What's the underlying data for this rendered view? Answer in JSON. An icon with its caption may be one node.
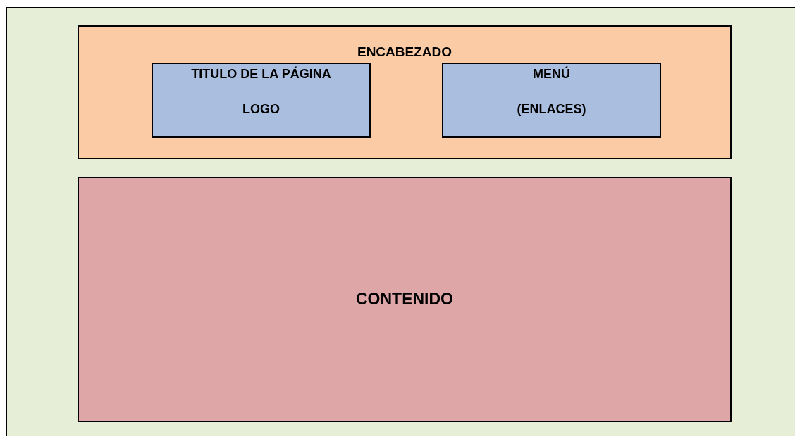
{
  "diagram": {
    "nodes": [
      {
        "text": [
          "ENCABEZADO"
        ]
      },
      {
        "text": [
          "TITULO DE LA PÁGINA",
          "LOGO"
        ],
        "in": 0
      },
      {
        "text": [
          "MENÚ",
          "(ENLACES)"
        ],
        "in": 0
      },
      {
        "text": [
          "CONTENIDO"
        ]
      }
    ]
  }
}
